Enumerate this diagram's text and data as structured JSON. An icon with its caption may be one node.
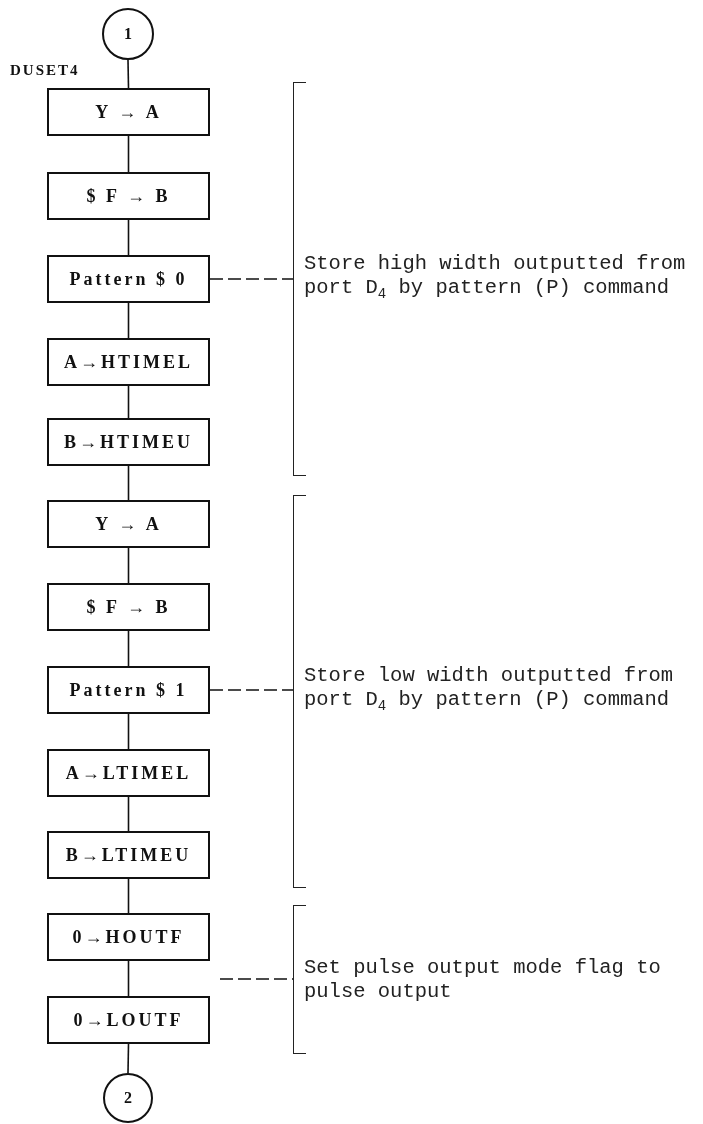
{
  "diagram": {
    "nodes": [
      {
        "text": [
          "1"
        ]
      },
      {
        "text": [
          "Y → A"
        ]
      },
      {
        "text": [
          "$ F → B"
        ]
      },
      {
        "text": [
          "Pattern $ 0"
        ]
      },
      {
        "text": [
          "A→HTIMEL"
        ]
      },
      {
        "text": [
          "B→HTIMEU"
        ]
      },
      {
        "text": [
          "Y → A"
        ]
      },
      {
        "text": [
          "$ F → B"
        ]
      },
      {
        "text": [
          "Pattern $ 1"
        ]
      },
      {
        "text": [
          "A→LTIMEL"
        ]
      },
      {
        "text": [
          "B→LTIMEU"
        ]
      },
      {
        "text": [
          "0→HOUTF"
        ]
      },
      {
        "text": [
          "0→LOUTF"
        ]
      },
      {
        "text": [
          "2"
        ]
      },
      {
        "text": [
          "Store high width outputted from port D$_{4}$ by pattern (P) command"
        ]
      },
      {
        "text": [
          "Store low width outputted from port D$_{4}$ by pattern (P) command"
        ]
      },
      {
        "text": [
          "Set pulse output mode flag to pulse output"
        ]
      }
    ],
    "edges": [
      {
        "from": 0,
        "to": 1,
        "arrow": "none"
      },
      {
        "from": 1,
        "to": 2,
        "arrow": "none"
      },
      {
        "from": 2,
        "to": 3,
        "arrow": "none"
      },
      {
        "from": 3,
        "to": 4,
        "arrow": "none"
      },
      {
        "from": 4,
        "to": 5,
        "arrow": "none"
      },
      {
        "from": 5,
        "to": 6,
        "arrow": "none"
      },
      {
        "from": 6,
        "to": 7,
        "arrow": "none"
      },
      {
        "from": 7,
        "to": 8,
        "arrow": "none"
      },
      {
        "from": 8,
        "to": 9,
        "arrow": "none"
      },
      {
        "from": 9,
        "to": 10,
        "arrow": "none"
      },
      {
        "from": 10,
        "to": 11,
        "arrow": "none"
      },
      {
        "from": 11,
        "to": 12,
        "arrow": "none"
      },
      {
        "from": 12,
        "to": 13,
        "arrow": "none"
      },
      {
        "from": 3,
        "to": 14,
        "arrow": "none",
        "style": "dashed"
      },
      {
        "from": 8,
        "to": 15,
        "arrow": "none",
        "style": "dashed"
      },
      {
        "from": null,
        "to": 16,
        "arrow": "none",
        "style": "dashed"
      }
    ],
    "labels": [
      "DUSET4"
    ]
  }
}
